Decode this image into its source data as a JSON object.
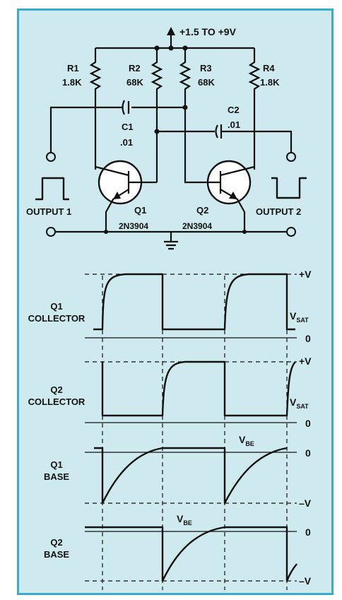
{
  "colors": {
    "panel_bg": "#cfeaee",
    "panel_border": "#3fa9c9",
    "ink": "#111111"
  },
  "schematic": {
    "supply": "+1.5 TO +9V",
    "r1": {
      "name": "R1",
      "value": "1.8K"
    },
    "r2": {
      "name": "R2",
      "value": "68K"
    },
    "r3": {
      "name": "R3",
      "value": "68K"
    },
    "r4": {
      "name": "R4",
      "value": "1.8K"
    },
    "c1": {
      "name": "C1",
      "value": ".01"
    },
    "c2": {
      "name": "C2",
      "value": ".01"
    },
    "q1": {
      "name": "Q1",
      "part": "2N3904"
    },
    "q2": {
      "name": "Q2",
      "part": "2N3904"
    },
    "output1": "OUTPUT 1",
    "output2": "OUTPUT 2"
  },
  "waveforms": {
    "q1_collector": {
      "label1": "Q1",
      "label2": "COLLECTOR",
      "plus_v": "+V",
      "vsat_main": "V",
      "vsat_sub": "SAT",
      "zero": "0"
    },
    "q2_collector": {
      "label1": "Q2",
      "label2": "COLLECTOR",
      "plus_v": "+V",
      "vsat_main": "V",
      "vsat_sub": "SAT",
      "zero": "0"
    },
    "q1_base": {
      "label1": "Q1",
      "label2": "BASE",
      "vbe_main": "V",
      "vbe_sub": "BE",
      "zero": "0",
      "minus_v": "–V"
    },
    "q2_base": {
      "label1": "Q2",
      "label2": "BASE",
      "vbe_main": "V",
      "vbe_sub": "BE",
      "zero": "0",
      "minus_v": "–V"
    }
  }
}
